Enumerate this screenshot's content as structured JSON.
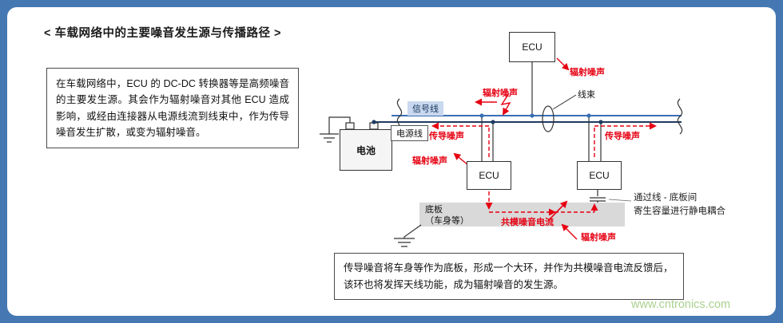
{
  "title": "< 车载网络中的主要噪音发生源与传播路径 >",
  "description": "在车载网络中，ECU 的 DC-DC 转换器等是高频噪音的主要发生源。其会作为辐射噪音对其他 ECU 造成影响，或经由连接器从电源线流到线束中，作为传导噪音发生扩散，或变为辐射噪音。",
  "diagram": {
    "ecu_label": "ECU",
    "battery_label": "电池",
    "signal_line_label": "信号线",
    "power_line_label": "电源线",
    "harness_label": "线束",
    "baseplate_label_line1": "底板",
    "baseplate_label_line2": "（车身等）",
    "coupling_note_line1": "通过线 - 底板间",
    "coupling_note_line2": "寄生容量进行静电耦合",
    "radiated_noise_label": "辐射噪声",
    "conducted_noise_label": "传导噪声",
    "common_mode_label": "共模噪音电流"
  },
  "footnote": "传导噪音将车身等作为底板，形成一个大环，并作为共模噪音电流反馈后，该环也将发挥天线功能，成为辐射噪音的发生源。",
  "watermark": "www.cntronics.com",
  "colors": {
    "frame_blue": "#4578b3",
    "noise_red": "#e60012",
    "signal_blue": "#3a6fb5",
    "power_navy": "#1f3a60",
    "baseplate_gray": "#d9d9d9",
    "watermark_green": "#a9d18e"
  }
}
